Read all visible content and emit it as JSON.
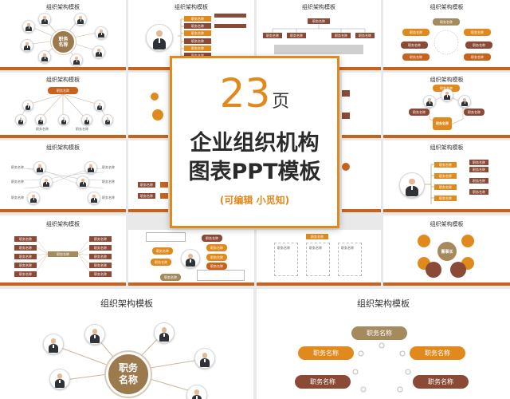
{
  "template_title": "组织架构模板",
  "role_label": "职务名称",
  "center_node_label": "职务名称",
  "chairman_label": "董事长",
  "center_card": {
    "number": "23",
    "unit": "页",
    "line1": "企业组织机构",
    "line2": "图表PPT模板",
    "subtitle": "(可编辑 小觅知)"
  },
  "colors": {
    "accent_orange": "#e08a1e",
    "brown": "#8b4a35",
    "rust": "#c8631e",
    "khaki": "#a58a5e",
    "node_brown": "#9c7a4e"
  }
}
